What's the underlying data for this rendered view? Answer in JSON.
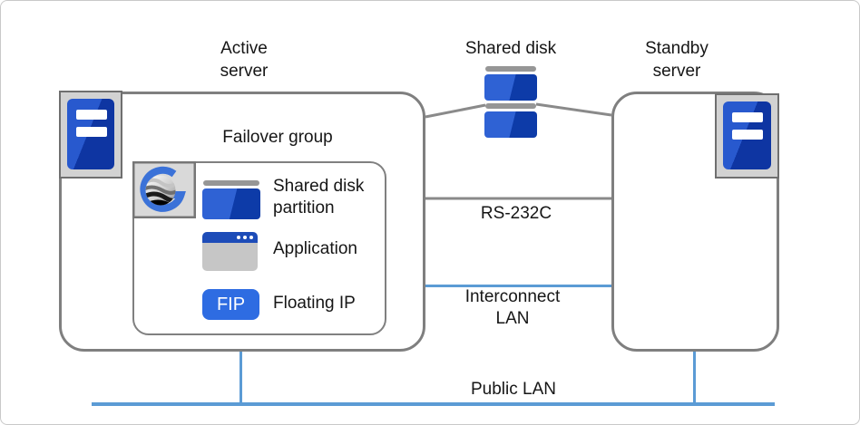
{
  "diagram": {
    "title_nodes": {
      "active_server": [
        "Active",
        "server"
      ],
      "shared_disk": "Shared disk",
      "standby_server": [
        "Standby",
        "server"
      ]
    },
    "failover_group": {
      "label": "Failover group",
      "items": {
        "shared_disk_partition": [
          "Shared disk",
          "partition"
        ],
        "application": "Application",
        "floating_ip": "Floating IP",
        "fip_badge_text": "FIP"
      }
    },
    "connections": {
      "rs_232c": "RS-232C",
      "interconnect_lan": [
        "Interconnect",
        "LAN"
      ],
      "public_lan": "Public LAN"
    },
    "icons": {
      "server_tower": "server-tower-icon",
      "shared_disk": "stacked-disk-icon",
      "disk_partition": "disk-partition-icon",
      "application_window": "application-window-icon",
      "floating_ip_badge": "fip-badge",
      "cluster_logo": "cluster-g-globe-logo-icon"
    },
    "colors": {
      "line_gray": "#8a8a8a",
      "line_blue": "#5b9bd5",
      "box_border_gray": "#7f7f7f",
      "server_blue": "#2859ce",
      "server_blue_dark": "#0e35a2",
      "disk_blue": "#2f62d4",
      "disk_blue_dark": "#0d3ba8",
      "fip_blue": "#2e6ce2",
      "app_titlebar_blue": "#1d4cb8",
      "app_body_gray": "#c6c6c6",
      "icon_frame_gray": "#d2d2d2"
    }
  }
}
